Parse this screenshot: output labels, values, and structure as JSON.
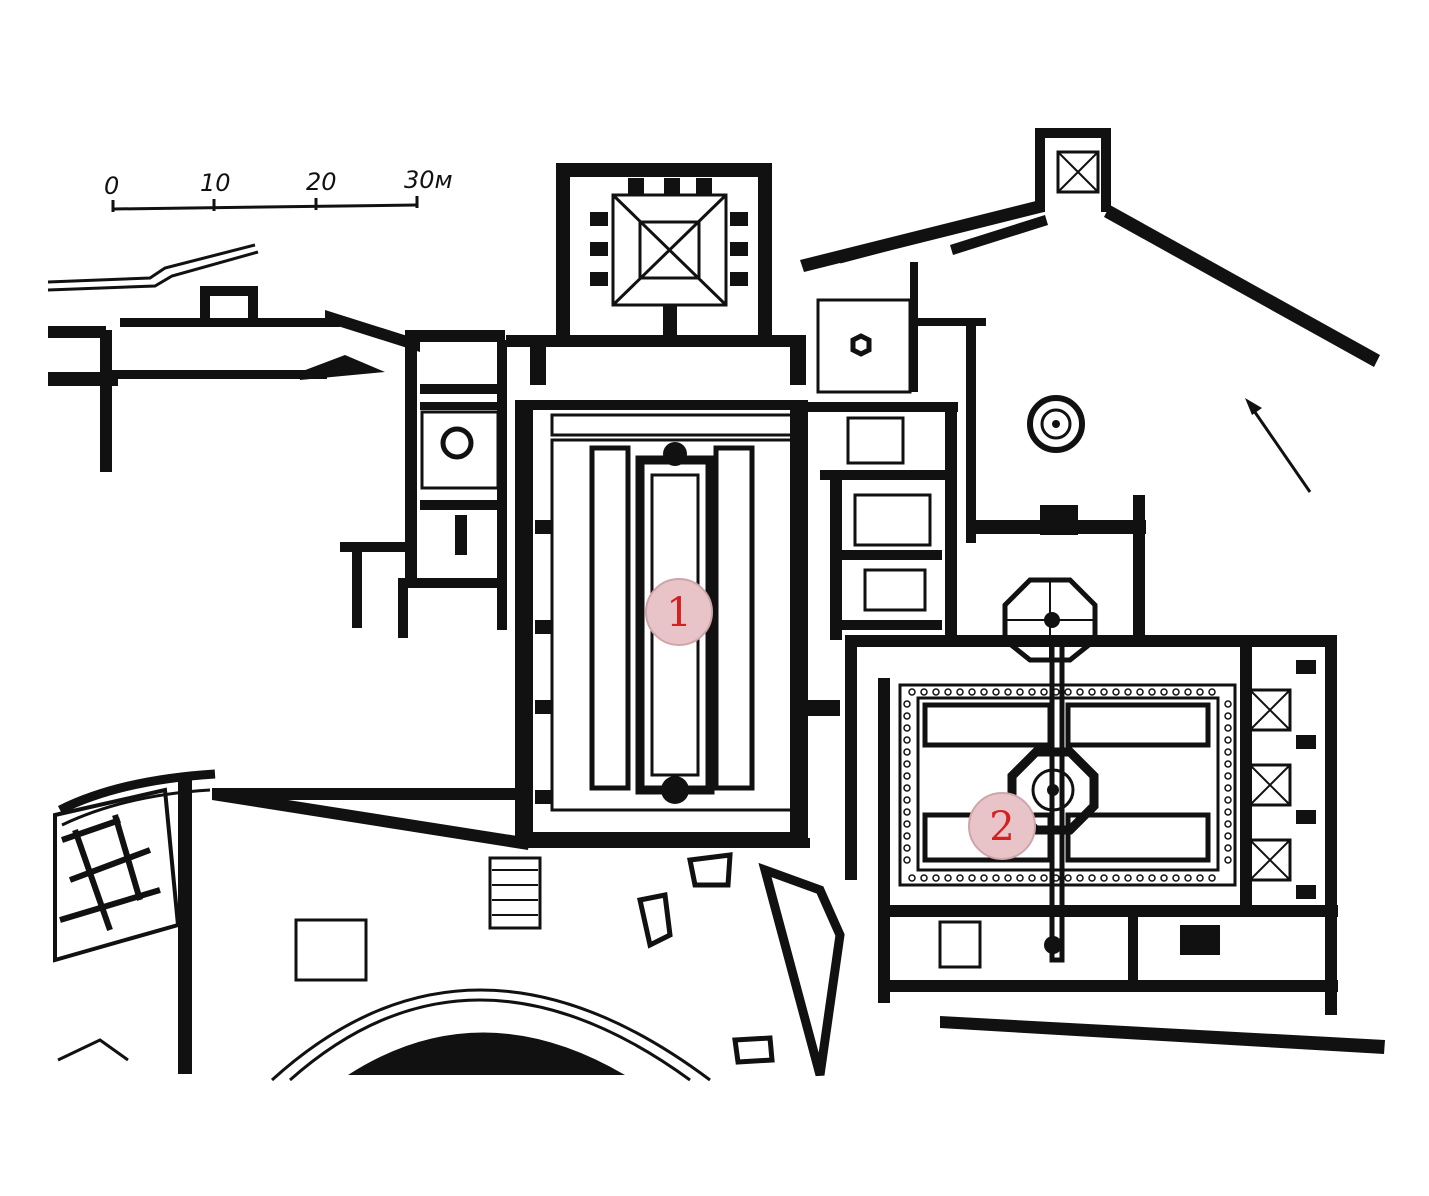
{
  "scale_bar": {
    "labels": [
      "0",
      "10",
      "20",
      "30м"
    ]
  },
  "markers": [
    {
      "label": "1",
      "color": "#d42020",
      "fill": "#e8c4c8"
    },
    {
      "label": "2",
      "color": "#d42020",
      "fill": "#e8c4c8"
    }
  ],
  "icons": {
    "north": "north-arrow-icon"
  }
}
